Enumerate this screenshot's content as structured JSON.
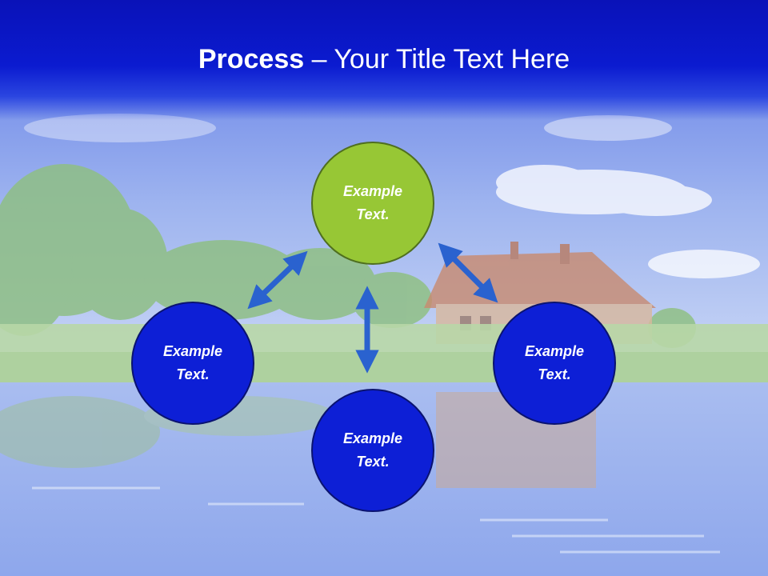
{
  "title": {
    "bold": "Process",
    "rest": " – Your Title Text Here"
  },
  "nodes": [
    {
      "label": "Example Text.",
      "color": "#97c735"
    },
    {
      "label": "Example Text.",
      "color": "#0d1fd6"
    },
    {
      "label": "Example Text.",
      "color": "#0d1fd6"
    },
    {
      "label": "Example Text.",
      "color": "#0d1fd6"
    }
  ],
  "colors": {
    "title_bar": "#0b1bd0",
    "arrow": "#2a62cf",
    "node_green": "#97c735",
    "node_blue": "#0d1fd6"
  }
}
